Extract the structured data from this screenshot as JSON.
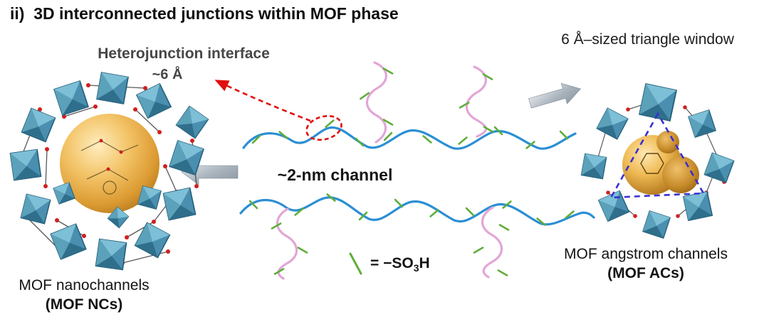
{
  "title": "ii)  3D interconnected junctions within MOF phase",
  "center": {
    "heterojunction_label": "Heterojunction interface",
    "interface_size": "~6 Å",
    "channel_label": "~2-nm channel",
    "legend": {
      "prefix": "= −SO",
      "sub": "3",
      "suffix": "H"
    }
  },
  "left": {
    "caption_line1": "MOF nanochannels",
    "caption_line2": "(MOF NCs)"
  },
  "right": {
    "window_label": "6 Å–sized triangle window",
    "caption_line1": "MOF angstrom channels",
    "caption_line2": "(MOF ACs)"
  },
  "colors": {
    "chain_blue": "#2b8fd4",
    "polymer_pink": "#e2a6d6",
    "sulfo_green": "#5fae3a",
    "annotation_red": "#e01010",
    "polyhedra_teal": "#4a8fb0",
    "sphere_gold": "#e8a83c",
    "triangle_blue": "#3a2fd0",
    "arrow_gray": "#9aa5b0"
  }
}
